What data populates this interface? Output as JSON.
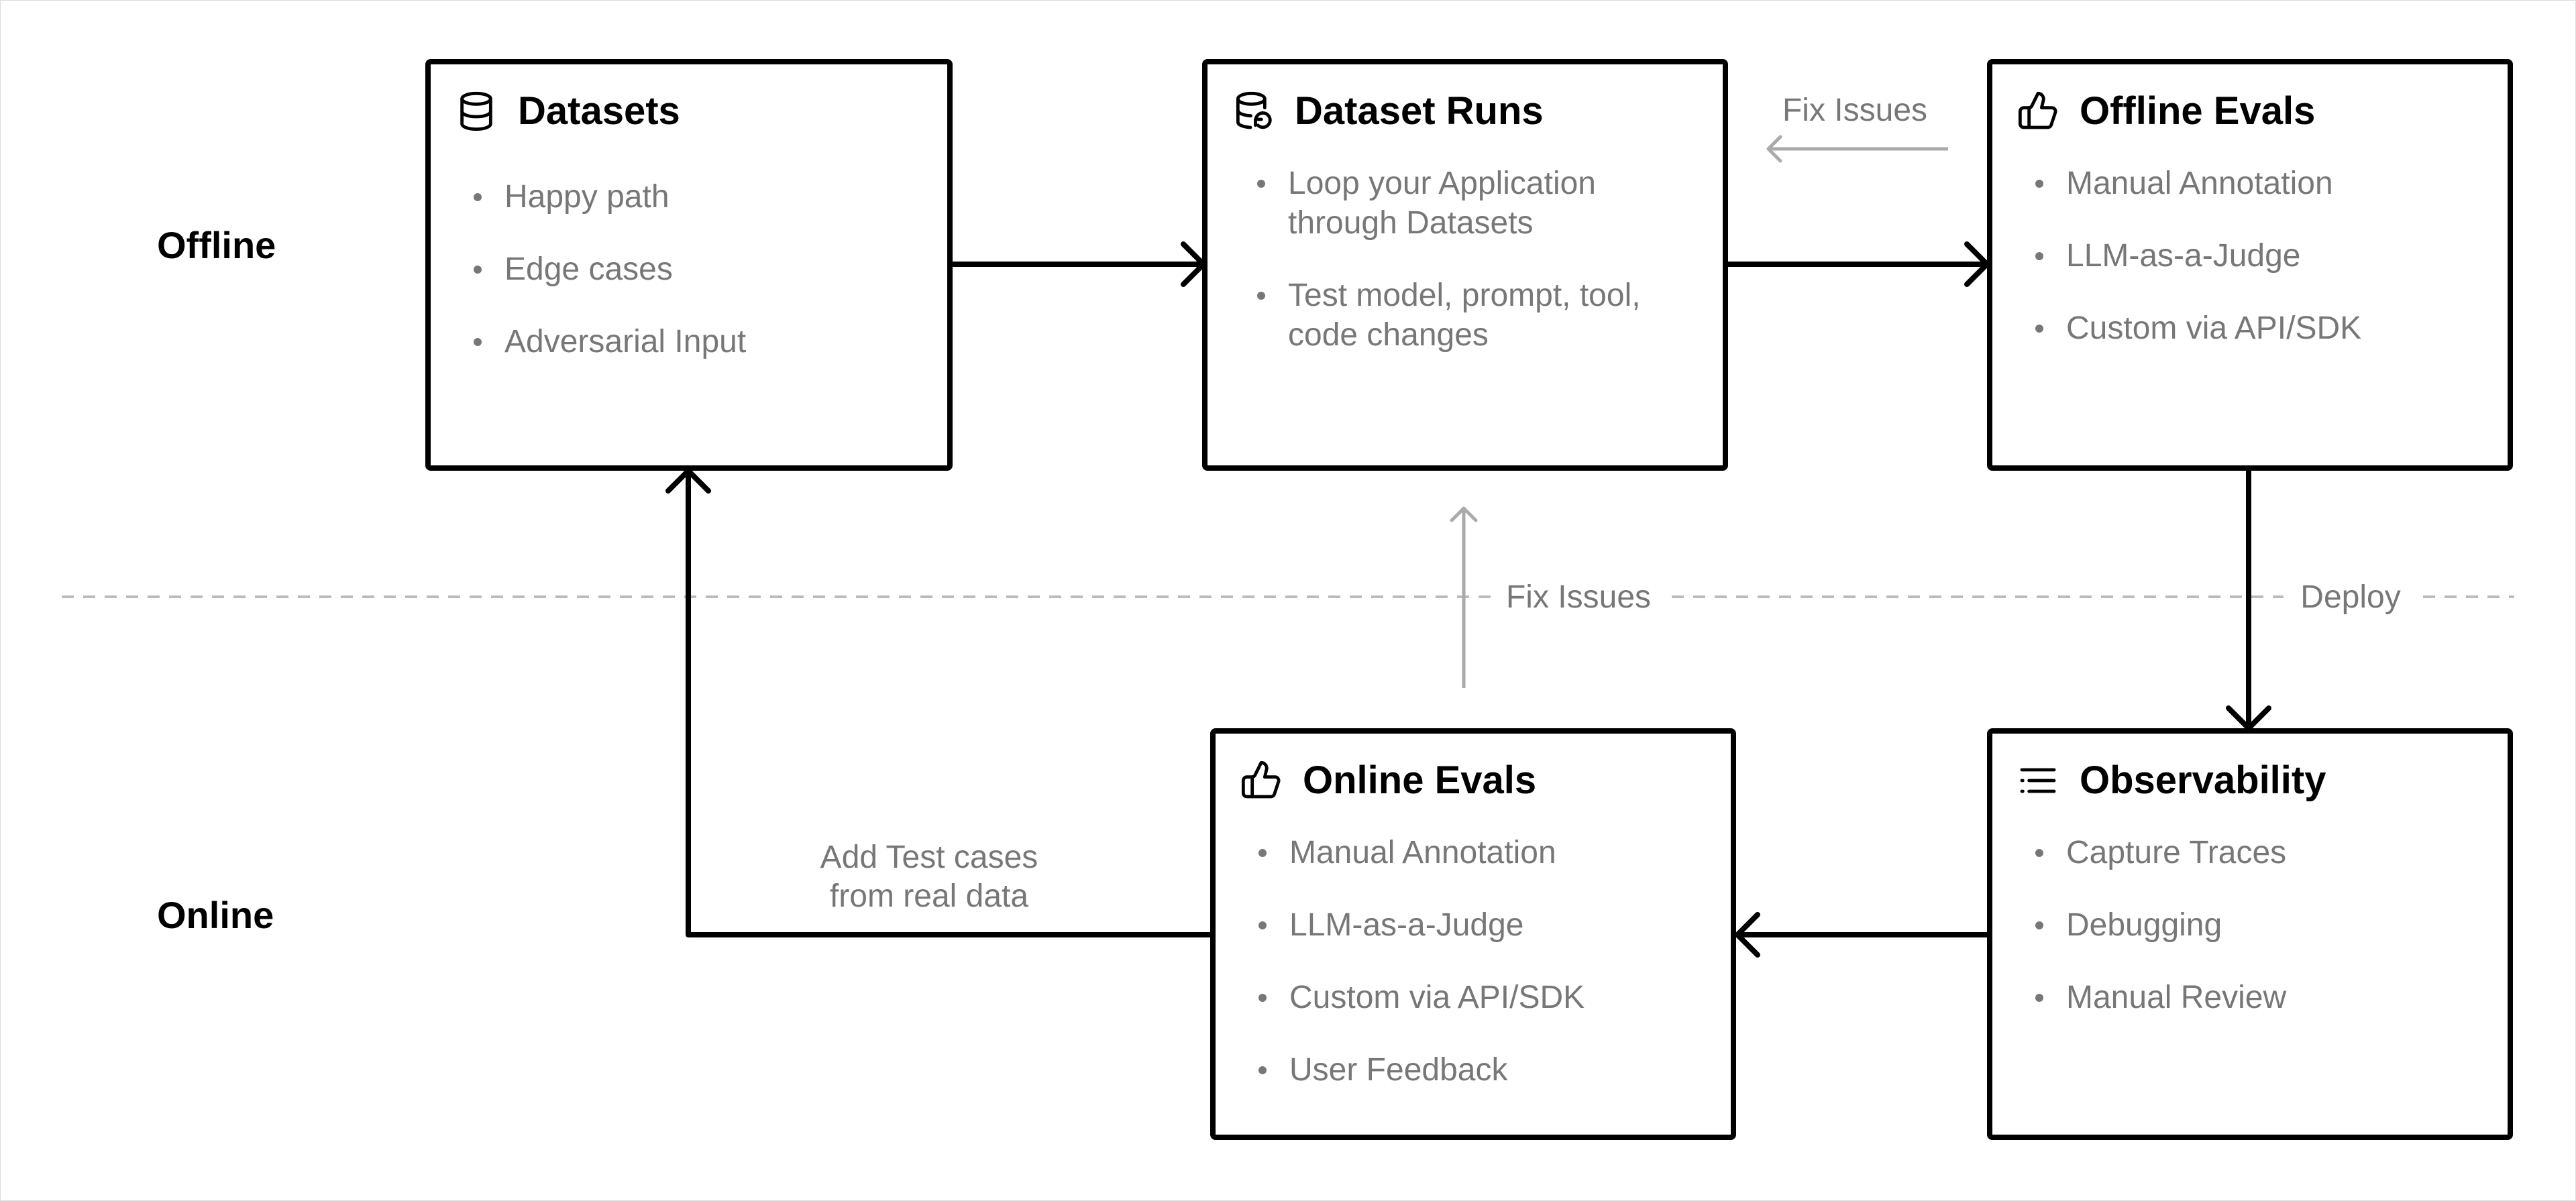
{
  "sections": {
    "offline": "Offline",
    "online": "Online"
  },
  "boxes": {
    "datasets": {
      "title": "Datasets",
      "icon": "database-icon",
      "items": [
        "Happy path",
        "Edge cases",
        "Adversarial Input"
      ]
    },
    "dataset_runs": {
      "title": "Dataset Runs",
      "icon": "database-refresh-icon",
      "items": [
        "Loop your Application\nthrough Datasets",
        "Test model, prompt, tool,\ncode changes"
      ]
    },
    "offline_evals": {
      "title": "Offline Evals",
      "icon": "thumbs-up-icon",
      "items": [
        "Manual Annotation",
        "LLM-as-a-Judge",
        "Custom via API/SDK"
      ]
    },
    "online_evals": {
      "title": "Online Evals",
      "icon": "thumbs-up-icon",
      "items": [
        "Manual Annotation",
        "LLM-as-a-Judge",
        "Custom via API/SDK",
        "User Feedback"
      ]
    },
    "observability": {
      "title": "Observability",
      "icon": "list-icon",
      "items": [
        "Capture Traces",
        "Debugging",
        "Manual Review"
      ]
    }
  },
  "edges": {
    "fix_issues_top": "Fix Issues",
    "fix_issues_middle": "Fix Issues",
    "deploy": "Deploy",
    "add_test_cases": "Add Test cases\nfrom real data"
  },
  "colors": {
    "stroke": "#000000",
    "muted": "#777777",
    "light_arrow": "#aaaaaa",
    "divider": "#bbbbbb"
  }
}
